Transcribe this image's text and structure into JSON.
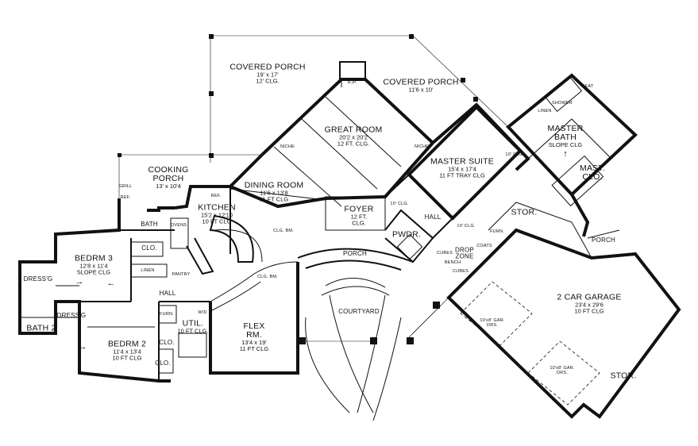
{
  "rooms": [
    {
      "key": "covered_porch_1",
      "name": "COVERED PORCH",
      "dims": "19' x 17'",
      "ceiling": "12' CLG."
    },
    {
      "key": "fp",
      "name": "F.P."
    },
    {
      "key": "covered_porch_2",
      "name": "COVERED PORCH",
      "dims": "11'6 x 10'"
    },
    {
      "key": "great_room",
      "name": "GREAT ROOM",
      "dims": "20'2 x 20'2",
      "ceiling": "12 FT. CLG."
    },
    {
      "key": "master_suite",
      "name": "MASTER SUITE",
      "dims": "15'4 x 17'4",
      "ceiling": "11 FT TRAY CLG"
    },
    {
      "key": "master_bath",
      "name": "MASTER BATH",
      "ceiling": "SLOPE CLG"
    },
    {
      "key": "mast_clo",
      "name": "MAST. CLO."
    },
    {
      "key": "cooking_porch",
      "name": "COOKING PORCH",
      "dims": "13' x 10'4"
    },
    {
      "key": "dining_room",
      "name": "DINING ROOM",
      "dims": "11'6 x 13'8",
      "ceiling": "11 FT CLG"
    },
    {
      "key": "kitchen",
      "name": "KITCHEN",
      "dims": "15'2 x 12'10",
      "ceiling": "10 FT CLG"
    },
    {
      "key": "foyer",
      "name": "FOYER",
      "ceiling": "12 FT. CLG."
    },
    {
      "key": "hall_1",
      "name": "HALL"
    },
    {
      "key": "pwdr",
      "name": "PWDR."
    },
    {
      "key": "drop_zone",
      "name": "DROP ZONE"
    },
    {
      "key": "stor_1",
      "name": "STOR."
    },
    {
      "key": "porch_1",
      "name": "PORCH"
    },
    {
      "key": "porch_2",
      "name": "PORCH"
    },
    {
      "key": "bedrm_3",
      "name": "BEDRM 3",
      "dims": "12'8 x 11'4",
      "ceiling": "SLOPE CLG"
    },
    {
      "key": "bath",
      "name": "BATH"
    },
    {
      "key": "clo_1",
      "name": "CLO."
    },
    {
      "key": "linen",
      "name": "LINEN"
    },
    {
      "key": "pantry",
      "name": "PANTRY"
    },
    {
      "key": "dressg_1",
      "name": "DRESS'G"
    },
    {
      "key": "dressg_2",
      "name": "DRESS'G"
    },
    {
      "key": "bath_2",
      "name": "BATH 2"
    },
    {
      "key": "hall_2",
      "name": "HALL"
    },
    {
      "key": "util",
      "name": "UTIL.",
      "ceiling": "10 FT CLG."
    },
    {
      "key": "clo_2",
      "name": "CLO."
    },
    {
      "key": "clo_3",
      "name": "CLO."
    },
    {
      "key": "bedrm_2",
      "name": "BEDRM 2",
      "dims": "11'4 x 13'4",
      "ceiling": "10 FT CLG"
    },
    {
      "key": "flex_rm",
      "name": "FLEX RM.",
      "dims": "13'4 x 19'",
      "ceiling": "11 FT CLG"
    },
    {
      "key": "courtyard",
      "name": "COURTYARD"
    },
    {
      "key": "garage",
      "name": "2 CAR GARAGE",
      "dims": "23'4 x 29'6",
      "ceiling": "10 FT CLG"
    },
    {
      "key": "gar_door_1",
      "name": "10'x8' GAR. DRS."
    },
    {
      "key": "gar_door_2",
      "name": "10'x8' GAR. DRS."
    },
    {
      "key": "stor_2",
      "name": "STOR."
    }
  ],
  "fixtures": [
    {
      "key": "grill",
      "text": "GRILL"
    },
    {
      "key": "ref_1",
      "text": "REF."
    },
    {
      "key": "ref_2",
      "text": "REF."
    },
    {
      "key": "ovens",
      "text": "OVENS"
    },
    {
      "key": "niche_1",
      "text": "NICHE"
    },
    {
      "key": "niche_2",
      "text": "NICHE"
    },
    {
      "key": "seat",
      "text": "SEAT"
    },
    {
      "key": "shower",
      "text": "SHOWER"
    },
    {
      "key": "linen_mb",
      "text": "LINEN"
    },
    {
      "key": "furn_1",
      "text": "FURN."
    },
    {
      "key": "furn_2",
      "text": "FURN."
    },
    {
      "key": "coats",
      "text": "COATS"
    },
    {
      "key": "cubes_1",
      "text": "CUBES"
    },
    {
      "key": "cubes_2",
      "text": "CUBES"
    },
    {
      "key": "bench",
      "text": "BENCH"
    },
    {
      "key": "clg_bm_1",
      "text": "CLG. BM."
    },
    {
      "key": "clg_bm_2",
      "text": "CLG. BM."
    },
    {
      "key": "clg_1",
      "text": "10' CLG."
    },
    {
      "key": "clg_2",
      "text": "10' CLG."
    },
    {
      "key": "clg_3",
      "text": "10' CLG."
    },
    {
      "key": "wd",
      "text": "W/D"
    }
  ]
}
